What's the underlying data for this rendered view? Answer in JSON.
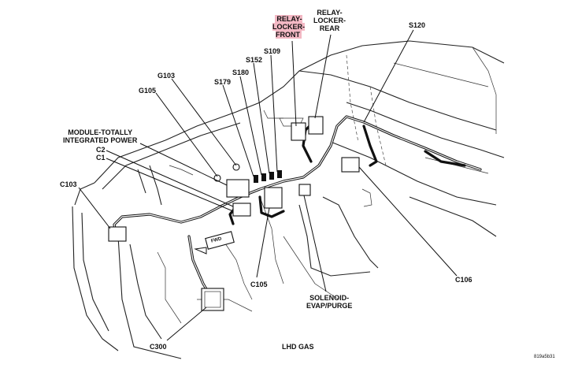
{
  "diagram": {
    "caption": "LHD GAS",
    "figure_id": "819a5b31",
    "labels": {
      "relay_locker_front": "RELAY-\nLOCKER-\nFRONT",
      "relay_locker_rear": "RELAY-\nLOCKER-\nREAR",
      "s120": "S120",
      "s109": "S109",
      "s152": "S152",
      "s180": "S180",
      "s179": "S179",
      "g103": "G103",
      "g105": "G105",
      "module_tip": "MODULE-TOTALLY\nINTEGRATED POWER",
      "c2": "C2",
      "c1": "C1",
      "c103": "C103",
      "c105": "C105",
      "c106": "C106",
      "c300": "C300",
      "solenoid_evap_purge": "SOLENOID-\nEVAP/PURGE",
      "arrow_mark": "FWD"
    },
    "highlight_color": "#f3b8c4"
  }
}
